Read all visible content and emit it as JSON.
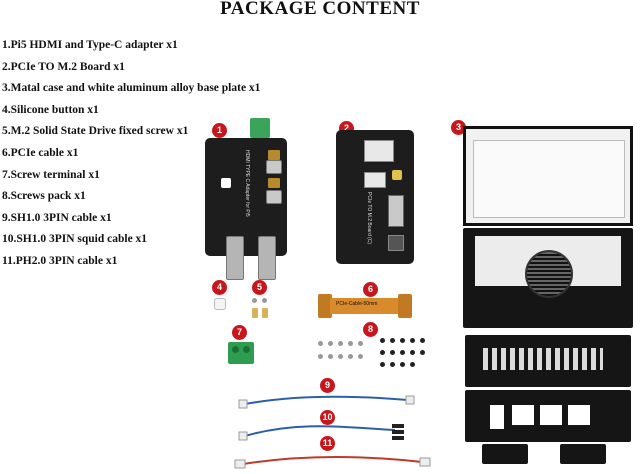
{
  "title": "PACKAGE CONTENT",
  "items": [
    "1.Pi5 HDMI and Type-C adapter x1",
    "2.PCIe TO M.2 Board x1",
    "3.Matal case and white aluminum alloy base plate x1",
    "4.Silicone button x1",
    "5.M.2 Solid State Drive fixed screw x1",
    "6.PCIe cable x1",
    "7.Screw terminal x1",
    "8.Screws pack x1",
    "9.SH1.0 3PIN cable x1",
    "10.SH1.0 3PIN squid cable x1",
    "11.PH2.0 3PIN cable x1"
  ],
  "badges": [
    "1",
    "2",
    "3",
    "4",
    "5",
    "6",
    "7",
    "8",
    "9",
    "10",
    "11"
  ],
  "labels": {
    "adapter_board": "HDMI TYPE C Adapter for Pi5",
    "m2_board": "PCIe TO M.2 Board (C)",
    "pcie_cable": "PCIe-Cable-50mm"
  },
  "colors": {
    "badge": "#c8161d",
    "board": "#1d1d1d",
    "terminal": "#2e9d4f",
    "flex_cable": "#d98a2a",
    "blue_wire": "#2d5fa8",
    "red_wire": "#c0392b"
  },
  "icons": [
    "screw-icon",
    "silicone-button-icon",
    "fan-grille-icon"
  ]
}
